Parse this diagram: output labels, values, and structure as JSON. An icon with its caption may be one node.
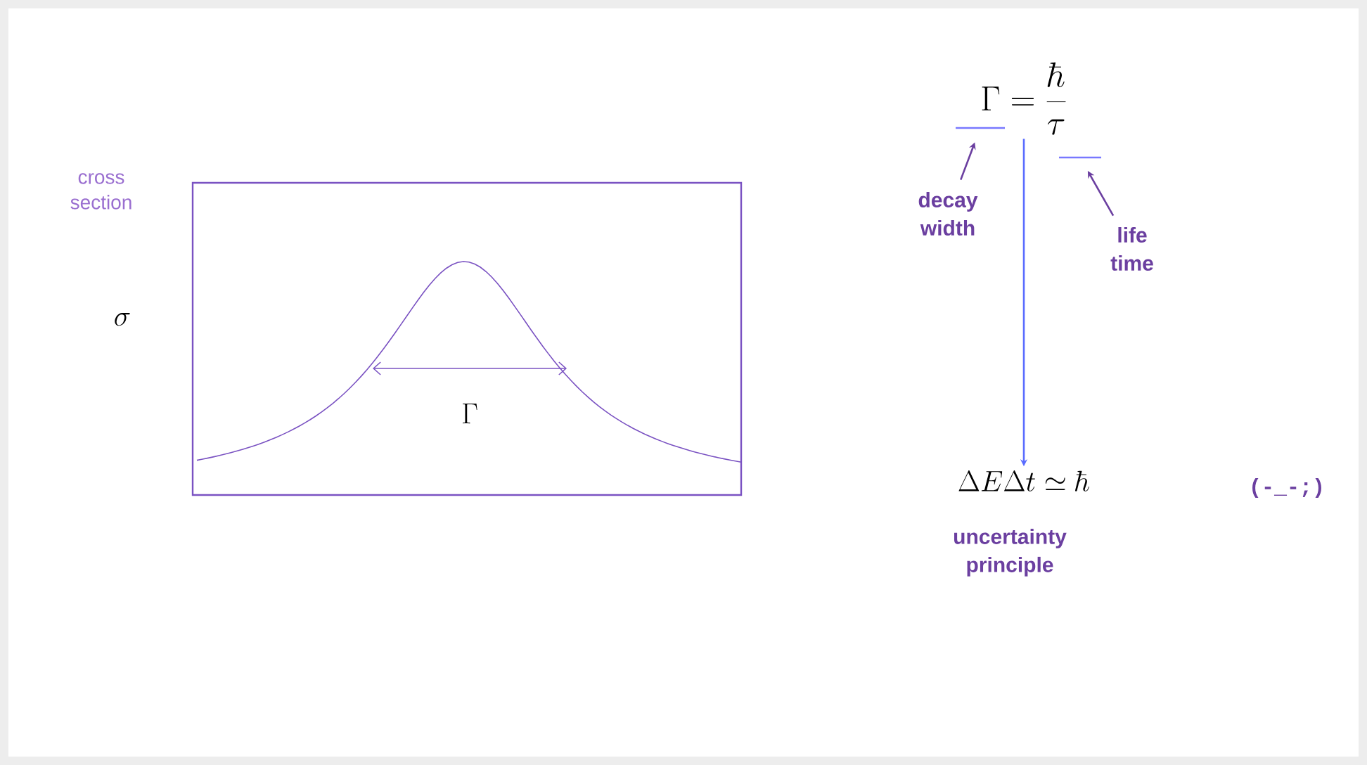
{
  "diagram": {
    "nodes": [
      {
        "text": [
          "\\Gamma = \\frac{\\hbar}{\\tau}"
        ]
      },
      {
        "text": [],
        "shape": "bar"
      },
      {
        "text": [],
        "shape": "bar"
      },
      {
        "text": [
          "decay width"
        ]
      },
      {
        "text": [
          "life time"
        ]
      },
      {
        "text": [
          "\\Delta E \\Delta t \\simeq \\hbar"
        ],
        "beside": [
          "uncertainty principle"
        ]
      }
    ],
    "edges": [
      {
        "from": 3,
        "to": 1,
        "arrow": "to"
      },
      {
        "from": 4,
        "to": 2,
        "arrow": "to"
      },
      {
        "from": 0,
        "to": 5,
        "arrow": "to",
        "color": "#5a6cff"
      }
    ],
    "labels": [
      "cross section",
      "\\sigma",
      "\\Gamma",
      "(-_-;)"
    ]
  }
}
